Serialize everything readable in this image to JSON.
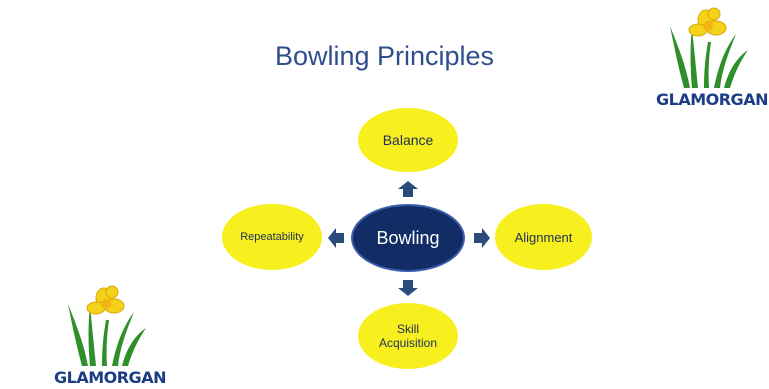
{
  "title": "Bowling Principles",
  "center": {
    "label": "Bowling"
  },
  "nodes": {
    "top": {
      "label": "Balance"
    },
    "right": {
      "label": "Alignment"
    },
    "bottom": {
      "label_line1": "Skill",
      "label_line2": "Acquisition"
    },
    "left": {
      "label": "Repeatability"
    }
  },
  "logos": {
    "top_right": {
      "text": "GLAMORGAN"
    },
    "bottom_left": {
      "text": "GLAMORGAN"
    }
  },
  "colors": {
    "title": "#2f4e8c",
    "node_fill": "#f7ef1e",
    "center_fill": "#122c66",
    "arrow": "#2b4c7a",
    "logo_text": "#1c3d86"
  },
  "icons": [
    "daffodil-logo-icon",
    "arrow-up-icon",
    "arrow-right-icon",
    "arrow-down-icon",
    "arrow-left-icon"
  ]
}
